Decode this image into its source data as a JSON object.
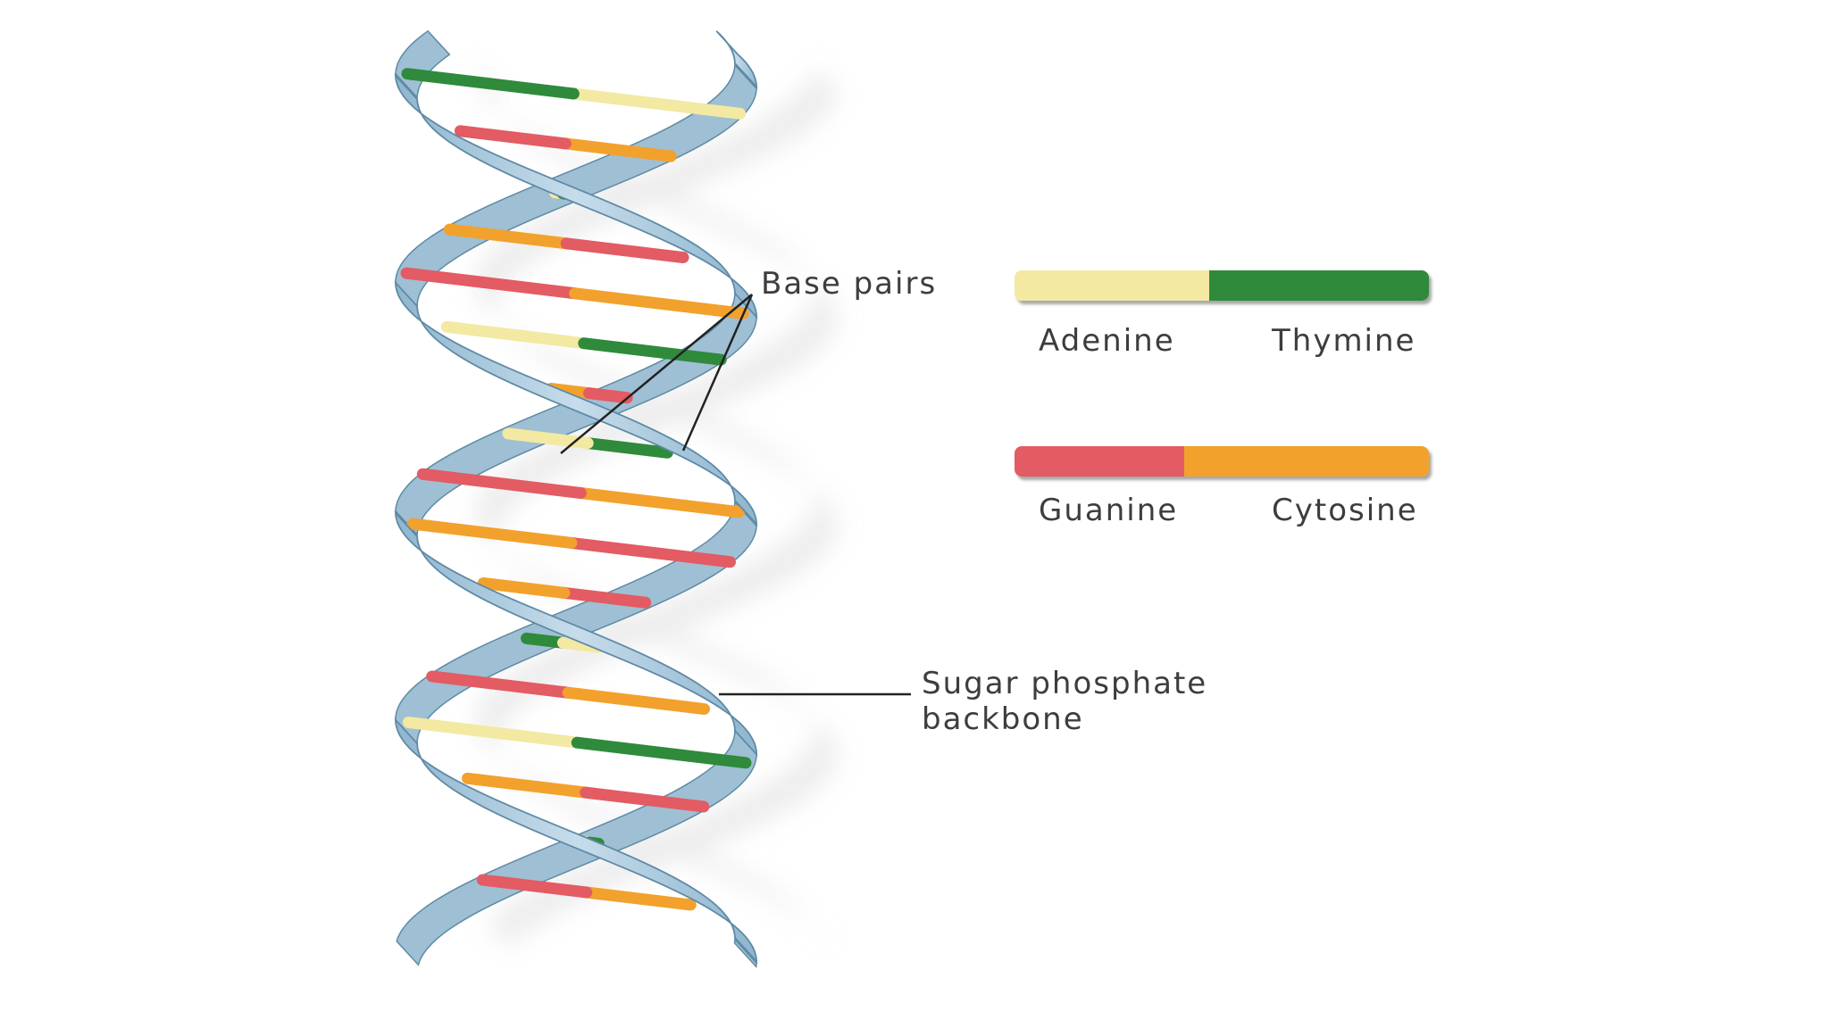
{
  "labels": {
    "base_pairs": "Base pairs",
    "backbone_line1": "Sugar phosphate",
    "backbone_line2": "backbone"
  },
  "legend": [
    {
      "left": "Adenine",
      "right": "Thymine",
      "left_color": "#f3e9a2",
      "right_color": "#2f8a3c"
    },
    {
      "left": "Guanine",
      "right": "Cytosine",
      "left_color": "#e35b63",
      "right_color": "#f2a12c"
    }
  ],
  "colors": {
    "backbone": "#a9c9de",
    "backbone_edge": "#5f8aa5",
    "shadow": "#dcdcdc",
    "adenine": "#f3e9a2",
    "thymine": "#2f8a3c",
    "guanine": "#e35b63",
    "cytosine": "#f2a12c"
  }
}
